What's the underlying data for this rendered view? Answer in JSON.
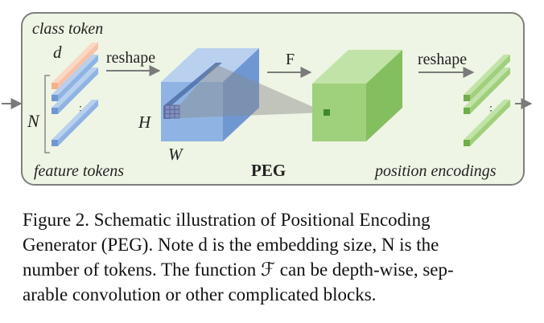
{
  "diagram": {
    "class_token_label": "class token",
    "d_label": "d",
    "n_label": "N",
    "h_label": "H",
    "w_label": "W",
    "reshape_left_label": "reshape",
    "f_label": "F",
    "reshape_right_label": "reshape",
    "feature_tokens_label": "feature tokens",
    "peg_label": "PEG",
    "position_encodings_label": "position encodings",
    "colors": {
      "panel_bg": "#eef5e4",
      "panel_border": "#7f7f7f",
      "class_token": "#f7c2a6",
      "feature_token": "#8fb4e3",
      "position_token": "#9fd07c",
      "blue_cube": "#8fb4e3",
      "green_cube": "#9fd07c"
    }
  },
  "caption": {
    "lines": [
      "Figure 2.  Schematic illustration of Positional Encoding",
      "Generator (PEG). Note d is the embedding size, N is the",
      "number of tokens. The function ℱ can be depth-wise, sep-",
      "arable convolution or other complicated blocks."
    ]
  }
}
